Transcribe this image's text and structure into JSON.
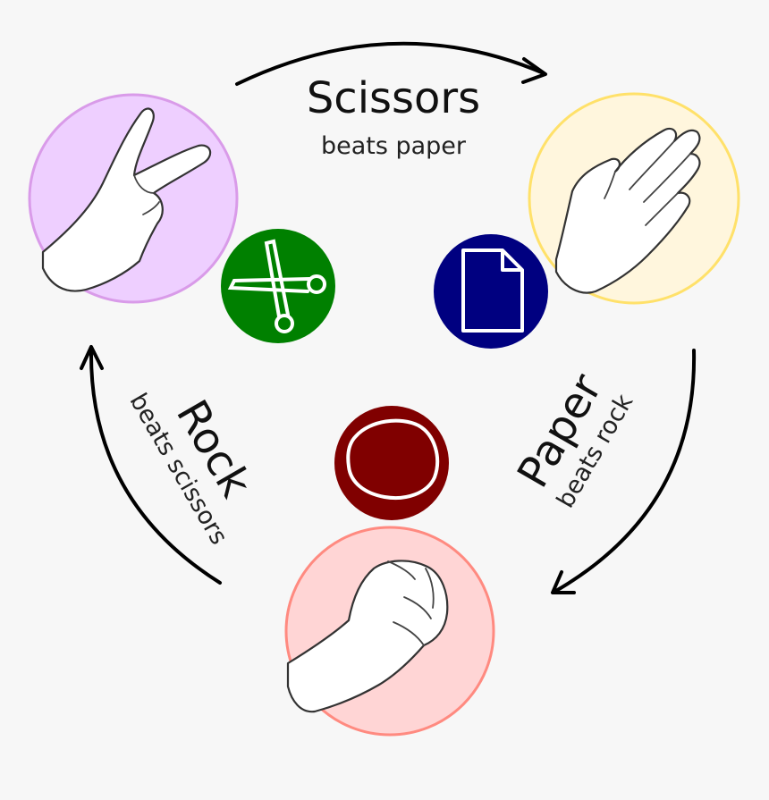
{
  "scissors": {
    "title": "Scissors",
    "subtitle": "beats paper",
    "color": "#eecfff",
    "border": "#d99be9",
    "icon": "scissors-icon",
    "icon_color": "#008000"
  },
  "paper": {
    "title": "Paper",
    "subtitle": "beats rock",
    "color": "#fff6dd",
    "border": "#ffe16a",
    "icon": "paper-icon",
    "icon_color": "#000080"
  },
  "rock": {
    "title": "Rock",
    "subtitle": "beats scissors",
    "color": "#ffd5d5",
    "border": "#ff8a80",
    "icon": "rock-icon",
    "icon_color": "#800000"
  }
}
